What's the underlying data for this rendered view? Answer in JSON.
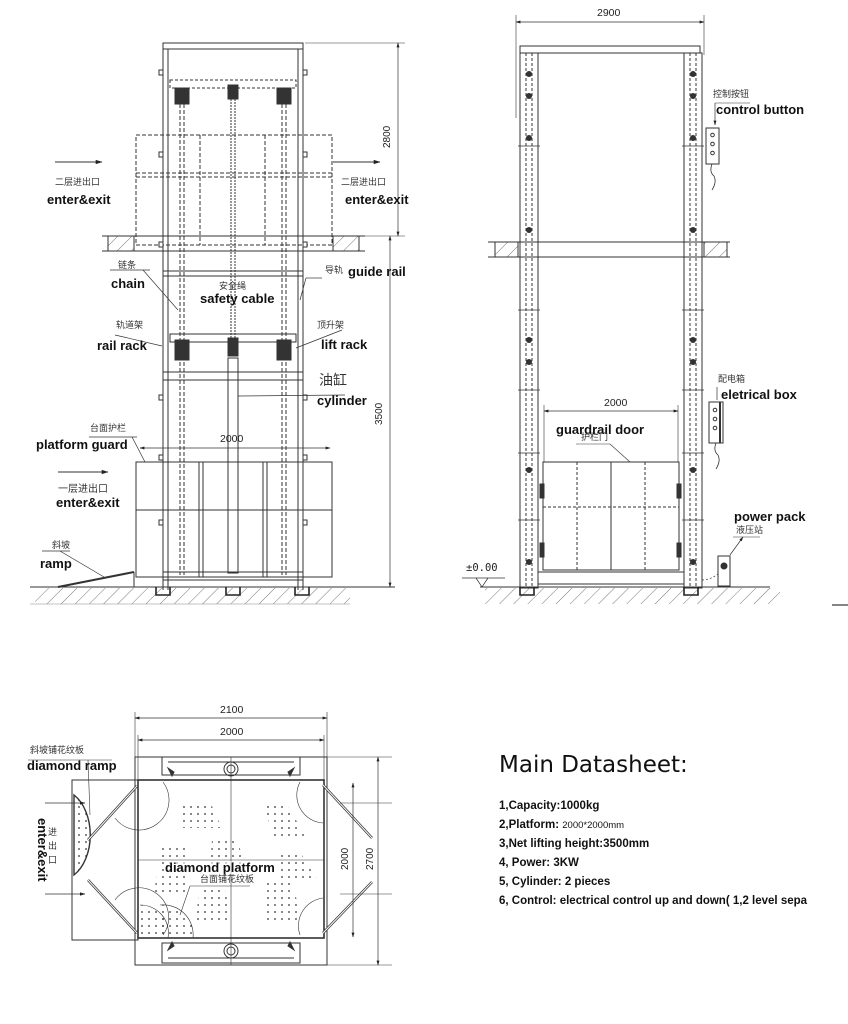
{
  "front_view": {
    "labels": {
      "enter_exit_upper_left": {
        "cn": "二层进出口",
        "en": "enter&exit"
      },
      "enter_exit_upper_right": {
        "cn": "二层进出口",
        "en": "enter&exit"
      },
      "chain": {
        "cn": "链条",
        "en": "chain"
      },
      "safety_cable": {
        "cn": "安全绳",
        "en": "safety cable"
      },
      "guide_rail": {
        "cn": "导轨",
        "en": "guide rail"
      },
      "rail_rack": {
        "cn": "轨道架",
        "en": "rail rack"
      },
      "lift_rack": {
        "cn": "顶升架",
        "en": "lift rack"
      },
      "cylinder": {
        "cn": "油缸",
        "en": "cylinder"
      },
      "platform_guard": {
        "cn": "台面护栏",
        "en": "platform guard"
      },
      "enter_exit_lower": {
        "cn": "一层进出口",
        "en": "enter&exit"
      },
      "ramp": {
        "cn": "斜坡",
        "en": "ramp"
      }
    },
    "dimensions": {
      "upper_height": "2800",
      "lower_height": "3500",
      "platform_width": "2000"
    }
  },
  "side_view": {
    "labels": {
      "control_button": {
        "cn": "控制按钮",
        "en": "control button"
      },
      "electrical_box": {
        "cn": "配电箱",
        "en": "eletrical box"
      },
      "guardrail_door": {
        "cn": "护栏门",
        "en": "guardrail door"
      },
      "power_pack": {
        "cn": "液压站",
        "en": "power pack"
      }
    },
    "dimensions": {
      "overall_width": "2900",
      "door_width": "2000",
      "ground_level": "±0.00"
    }
  },
  "plan_view": {
    "labels": {
      "diamond_ramp": {
        "cn": "斜坡铺花纹板",
        "en": "diamond ramp"
      },
      "diamond_platform": {
        "cn": "台面铺花纹板",
        "en": "diamond platform"
      },
      "enter_exit": {
        "cn": "进出口",
        "en": "enter&exit"
      }
    },
    "dimensions": {
      "outer_width": "2100",
      "inner_width": "2000",
      "inner_depth": "2000",
      "outer_depth": "2700"
    }
  },
  "datasheet": {
    "title": "Main Datasheet:",
    "items": [
      {
        "key": "1,Capacity:",
        "value": "1000kg"
      },
      {
        "key": "2,Platform: ",
        "value": "2000*2000mm"
      },
      {
        "key": "3,Net lifting height:",
        "value": "3500mm"
      },
      {
        "key": "4, Power: ",
        "value": "3KW"
      },
      {
        "key": "5, Cylinder: ",
        "value": "2 pieces"
      },
      {
        "key": "6, Control: ",
        "value": "electrical control up and down( 1,2 level sepa"
      }
    ]
  },
  "colors": {
    "line": "#333333",
    "hatch": "#555555",
    "background": "#ffffff"
  }
}
